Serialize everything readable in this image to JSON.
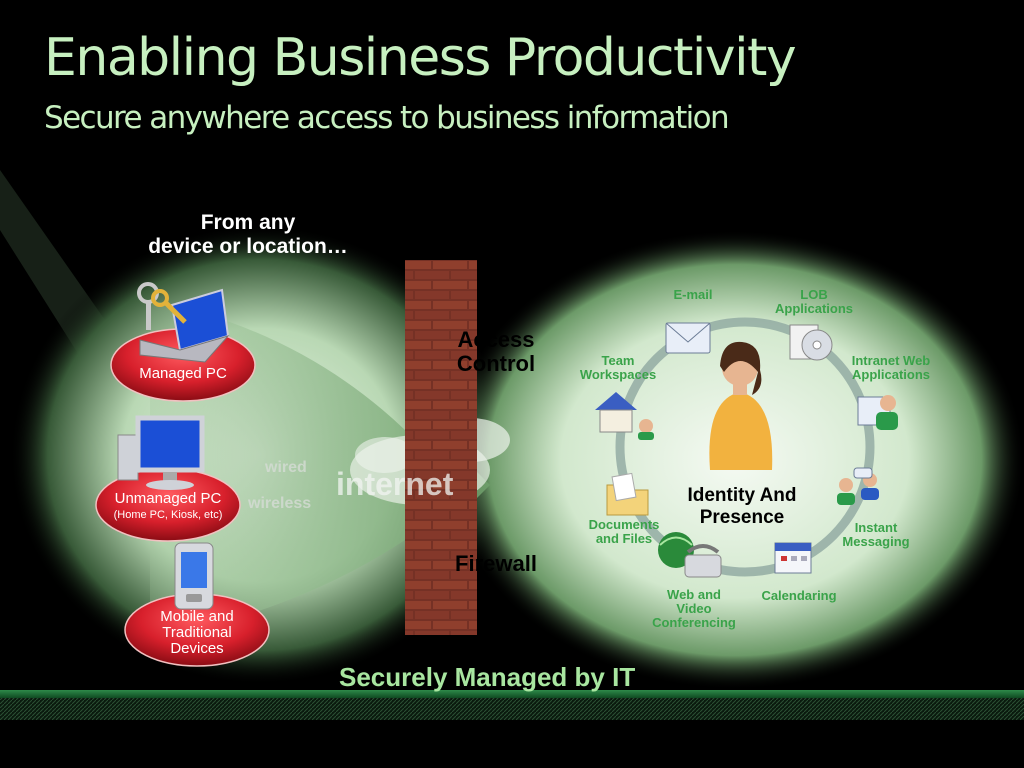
{
  "slide": {
    "title": "Enabling Business Productivity",
    "subtitle": "Secure anywhere access to business information"
  },
  "diagram": {
    "from_heading_line1": "From any",
    "from_heading_line2": "device or location…",
    "devices": [
      {
        "label": "Managed PC"
      },
      {
        "label": "Unmanaged PC",
        "sublabel": "(Home PC, Kiosk, etc)"
      },
      {
        "label_line1": "Mobile and",
        "label_line2": "Traditional",
        "label_line3": "Devices"
      }
    ],
    "connection": {
      "wired": "wired",
      "wireless": "wireless",
      "internet": "internet"
    },
    "access_control_line1": "Access",
    "access_control_line2": "Control",
    "firewall": "Firewall",
    "services": {
      "email": "E-mail",
      "lob_line1": "LOB",
      "lob_line2": "Applications",
      "team_line1": "Team",
      "team_line2": "Workspaces",
      "intranet_line1": "Intranet Web",
      "intranet_line2": "Applications",
      "documents_line1": "Documents",
      "documents_line2": "and Files",
      "instant_line1": "Instant",
      "instant_line2": "Messaging",
      "web_line1": "Web and",
      "web_line2": "Video",
      "web_line3": "Conferencing",
      "calendaring": "Calendaring"
    },
    "identity_line1": "Identity And",
    "identity_line2": "Presence",
    "footer": "Securely Managed by IT"
  },
  "colors": {
    "title": "#c7f0c0",
    "service_label": "#3aa34a",
    "footer": "#a8e6a0",
    "pill_red": "#d8202c",
    "bottom_bar": "#1f6e3a"
  }
}
